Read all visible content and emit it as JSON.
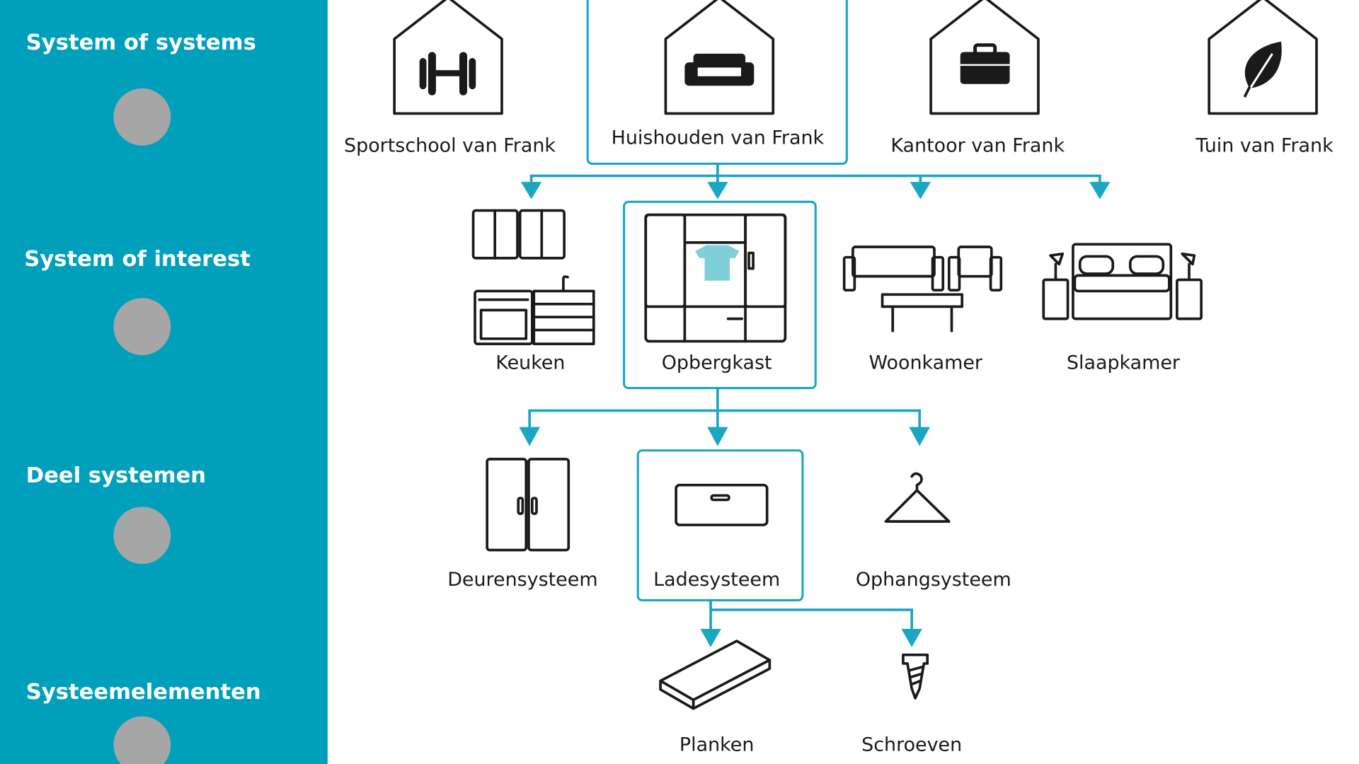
{
  "colors": {
    "sidebar": "#00a0bc",
    "accent": "#1ba6c2",
    "level_dot": "#a6a6a6"
  },
  "levels": [
    {
      "label": "System of systems"
    },
    {
      "label": "System of interest"
    },
    {
      "label": "Deel systemen"
    },
    {
      "label": "Systeemelementen"
    }
  ],
  "system_of_systems": [
    {
      "label": "Sportschool van Frank",
      "icon": "dumbbell-icon"
    },
    {
      "label": "Huishouden van Frank",
      "icon": "sofa-icon",
      "highlighted": true
    },
    {
      "label": "Kantoor van Frank",
      "icon": "briefcase-icon"
    },
    {
      "label": "Tuin van Frank",
      "icon": "leaf-icon"
    }
  ],
  "system_of_interest": [
    {
      "label": "Keuken",
      "icon": "kitchen-icon"
    },
    {
      "label": "Opbergkast",
      "icon": "wardrobe-icon",
      "highlighted": true
    },
    {
      "label": "Woonkamer",
      "icon": "living-room-icon"
    },
    {
      "label": "Slaapkamer",
      "icon": "bedroom-icon"
    }
  ],
  "subsystems": [
    {
      "label": "Deurensysteem",
      "icon": "doors-icon"
    },
    {
      "label": "Ladesysteem",
      "icon": "drawer-icon",
      "highlighted": true
    },
    {
      "label": "Ophangsysteem",
      "icon": "hanger-icon"
    }
  ],
  "elements": [
    {
      "label": "Planken",
      "icon": "plank-icon"
    },
    {
      "label": "Schroeven",
      "icon": "screw-icon"
    }
  ]
}
